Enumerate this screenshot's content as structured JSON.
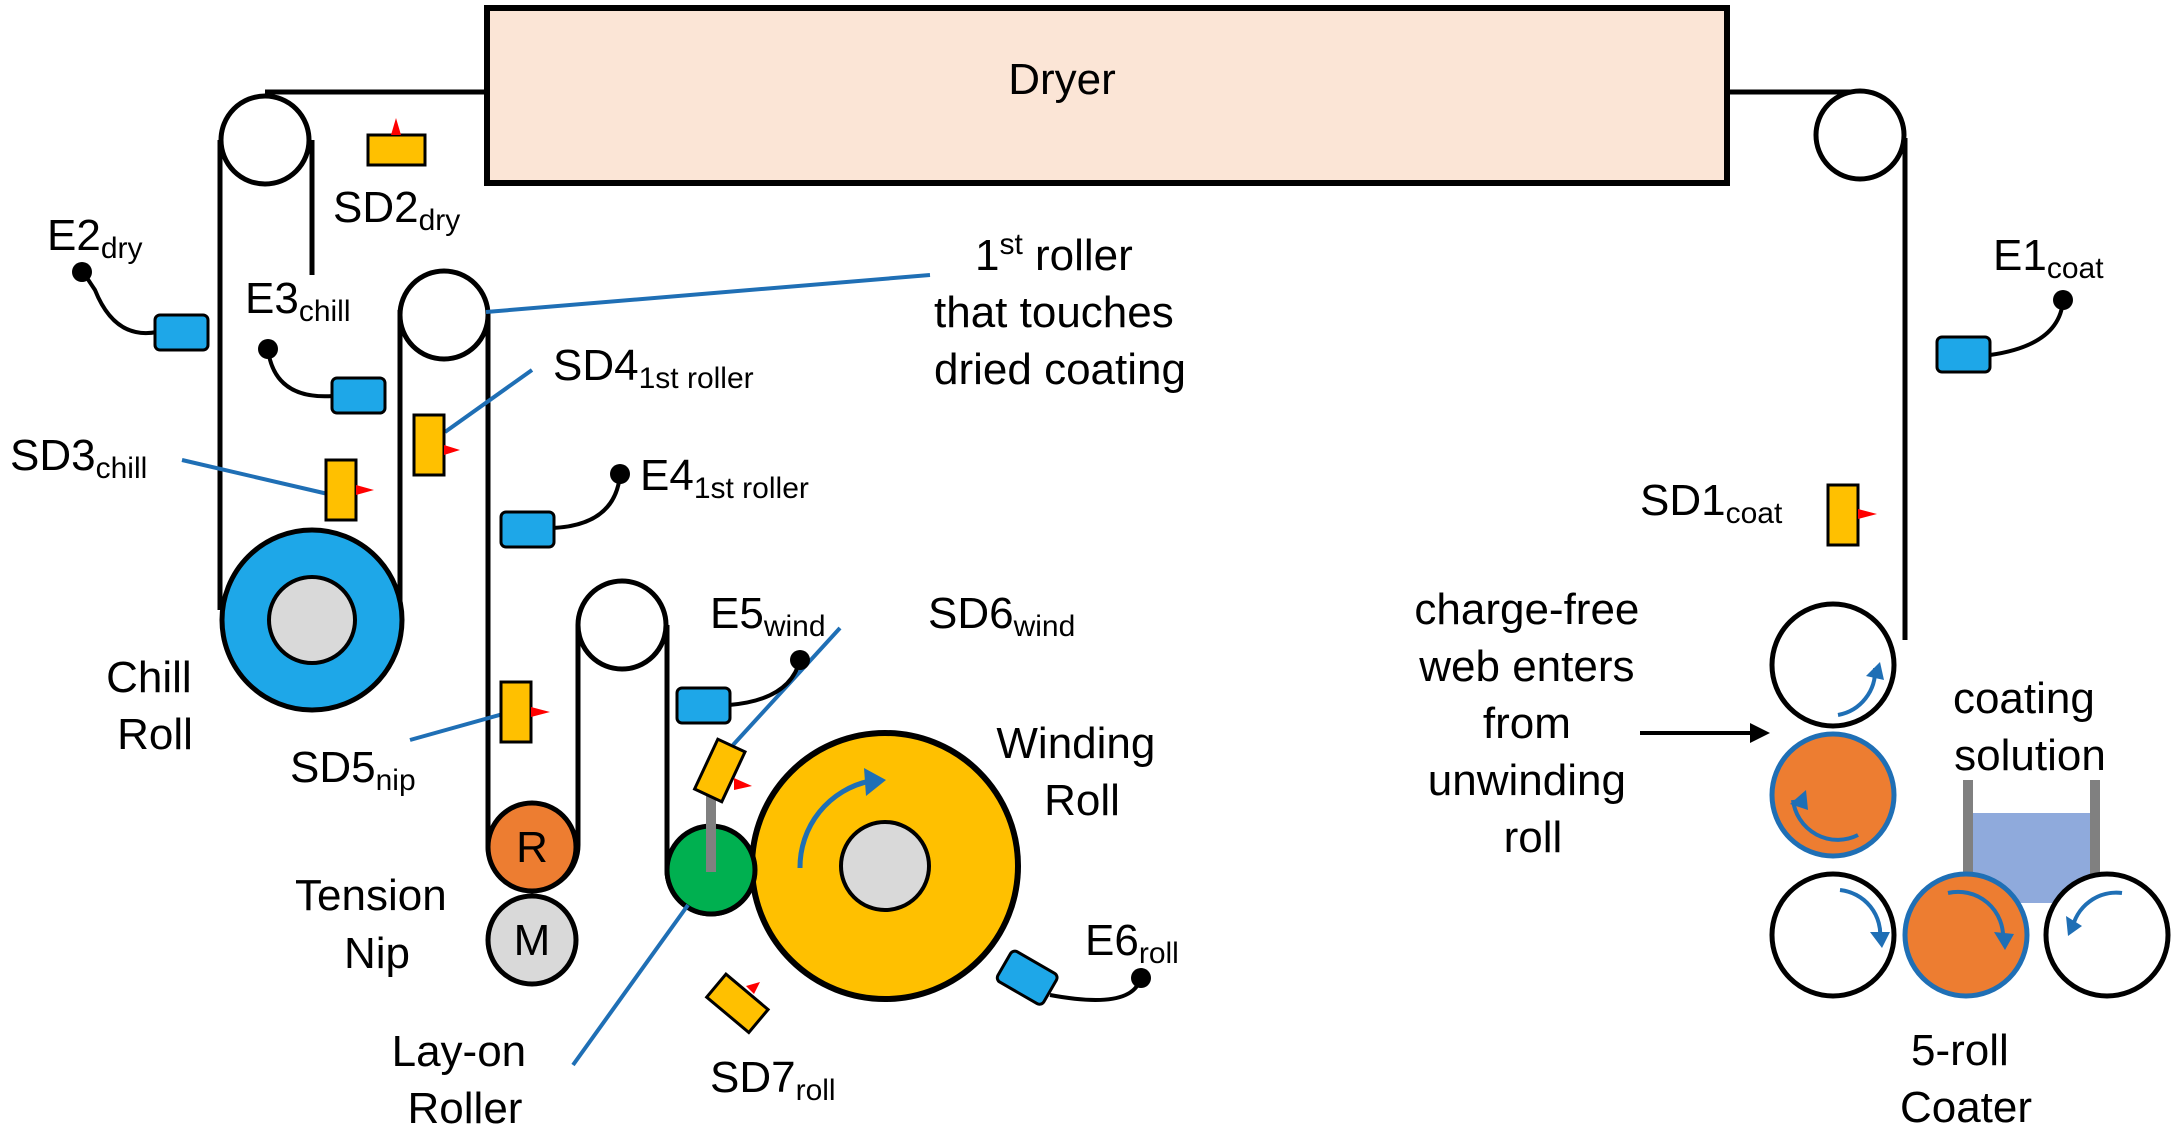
{
  "dryer": {
    "label": "Dryer"
  },
  "sensors": {
    "e1": {
      "main": "E1",
      "sub": "coat"
    },
    "e2": {
      "main": "E2",
      "sub": "dry"
    },
    "e3": {
      "main": "E3",
      "sub": "chill"
    },
    "e4": {
      "main": "E4",
      "sub": "1st roller"
    },
    "e5": {
      "main": "E5",
      "sub": "wind"
    },
    "e6": {
      "main": "E6",
      "sub": "roll"
    },
    "sd1": {
      "main": "SD1",
      "sub": "coat"
    },
    "sd2": {
      "main": "SD2",
      "sub": "dry"
    },
    "sd3": {
      "main": "SD3",
      "sub": "chill"
    },
    "sd4": {
      "main": "SD4",
      "sub": "1st roller"
    },
    "sd5": {
      "main": "SD5",
      "sub": "nip"
    },
    "sd6": {
      "main": "SD6",
      "sub": "wind"
    },
    "sd7": {
      "main": "SD7",
      "sub": "roll"
    }
  },
  "labels": {
    "first_roller": {
      "line1_main": "1",
      "line1_sup": "st",
      "line1_rest": " roller",
      "line2": "that touches",
      "line3": "dried coating"
    },
    "chill_roll": [
      "Chill",
      "Roll"
    ],
    "tension_nip": [
      "Tension",
      "Nip"
    ],
    "lay_on_roller": [
      "Lay-on",
      "Roller"
    ],
    "winding_roll": [
      "Winding",
      "Roll"
    ],
    "charge_free": [
      "charge-free",
      "web enters",
      "from",
      "unwinding",
      "roll"
    ],
    "coating_solution": [
      "coating",
      "solution"
    ],
    "coater": [
      "5-roll",
      "Coater"
    ],
    "nip_r": "R",
    "nip_m": "M"
  },
  "colors": {
    "dryer_fill": "#fbe5d6",
    "electrode": "#1ea7e8",
    "sensor": "#ffc000",
    "arrow_red": "#ff0000",
    "chill": "#1ea7e8",
    "gray": "#d9d9d9",
    "orange": "#ed7d31",
    "green": "#00b050",
    "winding": "#ffc000",
    "leader": "#1f6fb5",
    "solution": "#8faadc"
  }
}
